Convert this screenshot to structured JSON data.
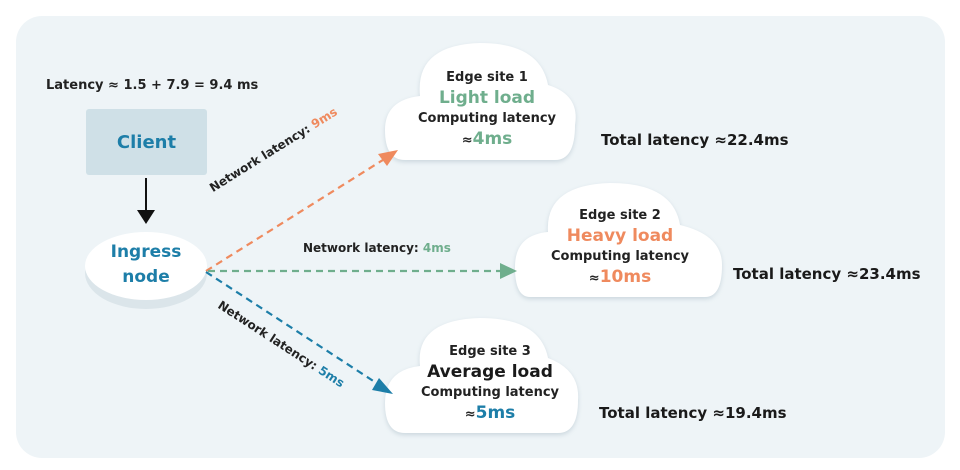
{
  "header": {
    "latency_formula": "Latency ≈ 1.5 + 7.9 = 9.4 ms"
  },
  "colors": {
    "orange": "#ef8a5e",
    "green": "#6fae8d",
    "blue": "#1d7ea8",
    "panel": "#eef4f7"
  },
  "client": {
    "label": "Client"
  },
  "ingress": {
    "line1": "Ingress",
    "line2": "node"
  },
  "links": [
    {
      "label": "Network latency: ",
      "value": "9ms"
    },
    {
      "label": "Network latency: ",
      "value": "4ms"
    },
    {
      "label": "Network latency: ",
      "value": "5ms"
    }
  ],
  "sites": [
    {
      "name": "Edge site 1",
      "load": "Light load",
      "computing_label": "Computing latency",
      "approx": "≈",
      "computing_value": "4ms",
      "total": "Total latency ≈22.4ms"
    },
    {
      "name": "Edge site 2",
      "load": "Heavy load",
      "computing_label": "Computing latency",
      "approx": "≈",
      "computing_value": "10ms",
      "total": "Total latency ≈23.4ms"
    },
    {
      "name": "Edge site 3",
      "load": "Average load",
      "computing_label": "Computing latency",
      "approx": "≈",
      "computing_value": "5ms",
      "total": "Total latency ≈19.4ms"
    }
  ]
}
